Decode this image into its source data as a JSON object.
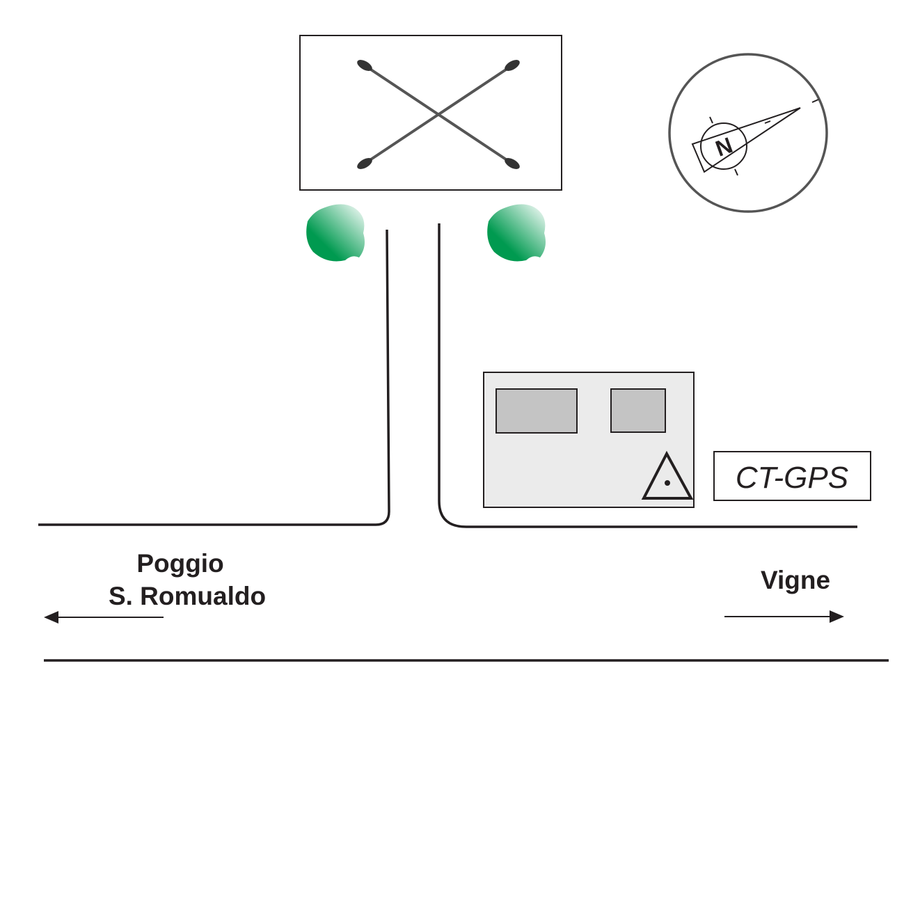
{
  "labels": {
    "west_line1": "Poggio",
    "west_line2": "S. Romualdo",
    "east": "Vigne",
    "station": "CT-GPS",
    "north": "N"
  },
  "colors": {
    "line": "#231f20",
    "compass_ring": "#555555",
    "building_fill": "#ebebeb",
    "window_fill": "#c4c4c4",
    "tree_dark": "#009a50",
    "tree_light": "#ffffff"
  }
}
